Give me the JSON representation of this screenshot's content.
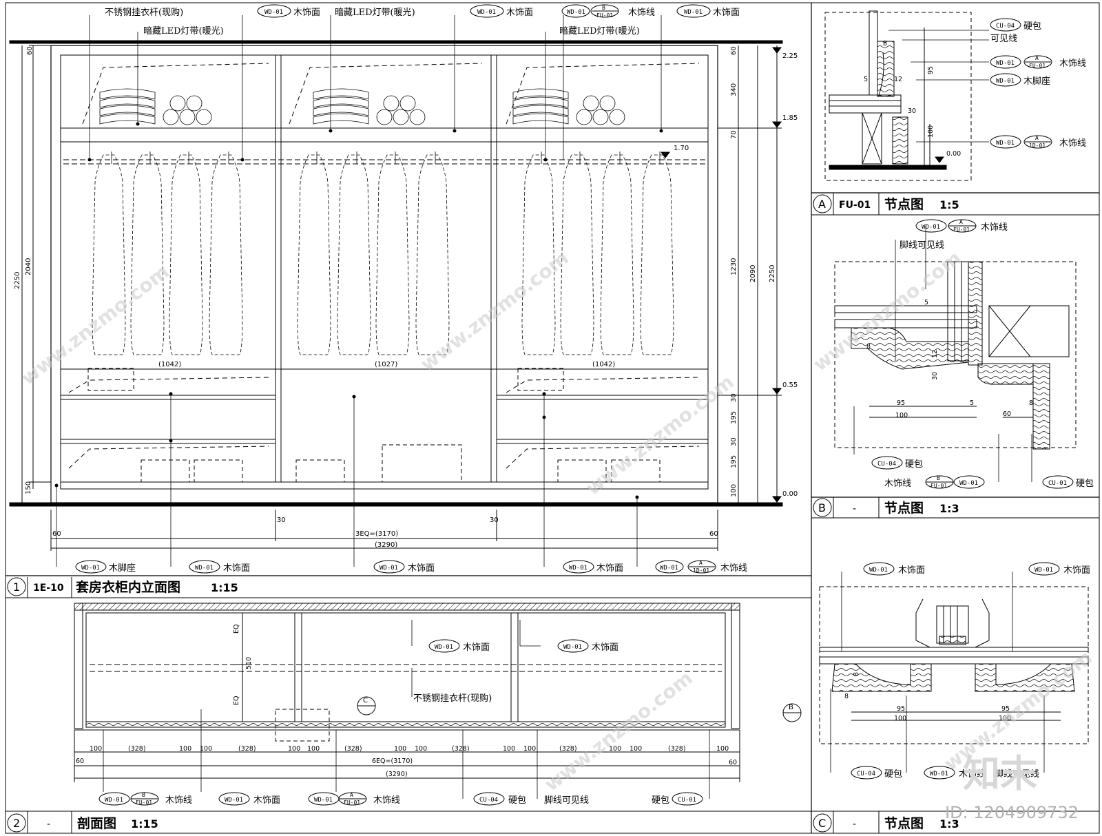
{
  "drawing_id_label": "ID: 1204909732",
  "logo_text": "知末",
  "watermark_text": "www.znzmo.com",
  "common": {
    "wd01": "WD-01",
    "cu04": "CU-04",
    "cu01": "CU-01",
    "wood_face": "木饰面",
    "wood_trim": "木饰线",
    "wood_base": "木脚座",
    "hard_pack": "硬包",
    "steel_rod": "不锈钢挂衣杆(现购)",
    "led_strip": "暗藏LED灯带(暖光)",
    "visible_line": "可见线",
    "base_visible_line": "脚线可见线",
    "ref_a": "A",
    "ref_b": "B",
    "ref_c": "C",
    "ref_fu01": "FU-01",
    "ref_1d01": "1D-01"
  },
  "elevation": {
    "title_no": "1",
    "title_code": "1E-10",
    "title": "套房衣柜内立面图",
    "scale": "1:15",
    "levels": [
      "2.25",
      "1.85",
      "1.70",
      "0.55",
      "0.00"
    ],
    "dims_left": [
      "60",
      "2250",
      "2040",
      "150"
    ],
    "dims_right_inner": [
      "60",
      "340",
      "70",
      "1230",
      "30",
      "195",
      "30",
      "195",
      "100"
    ],
    "dims_right_outer": [
      "2090",
      "2250"
    ],
    "dims_bottom": [
      "60",
      "30",
      "3EQ=(3170)",
      "30",
      "60",
      "(3290)"
    ],
    "bay_widths": [
      "(1042)",
      "(1027)",
      "(1042)"
    ]
  },
  "section": {
    "title_no": "2",
    "title_code": "-",
    "title": "剖面图",
    "scale": "1:15",
    "dims_depth": [
      "EQ",
      "510",
      "EQ"
    ],
    "dims_bottom": [
      "60",
      "100",
      "(328)",
      "100",
      "100",
      "(328)",
      "100",
      "100",
      "(328)",
      "100",
      "100",
      "(328)",
      "100",
      "100",
      "(328)",
      "100",
      "100",
      "(328)",
      "100",
      "6EQ=(3170)",
      "(3290)",
      "60"
    ],
    "footnote_1": "木饰线",
    "footnote_2": "木饰面",
    "footnote_3": "木饰线",
    "footnote_4": "硬包",
    "footnote_5": "脚线可见线",
    "footnote_6": "硬包"
  },
  "detail_a": {
    "title_no": "A",
    "title_code": "FU-01",
    "title": "节点图",
    "scale": "1:5",
    "dims": [
      "95",
      "5",
      "12",
      "30",
      "100",
      "8"
    ],
    "level": "0.00"
  },
  "detail_b": {
    "title_no": "B",
    "title_code": "-",
    "title": "节点图",
    "scale": "1:3",
    "dims": [
      "5",
      "8",
      "12",
      "30",
      "95",
      "5",
      "100",
      "60",
      "8"
    ]
  },
  "detail_c": {
    "title_no": "C",
    "title_code": "-",
    "title": "节点图",
    "scale": "1:3",
    "dims": [
      "8",
      "8",
      "95",
      "100",
      "95",
      "100"
    ]
  },
  "colors": {
    "line": "#000000",
    "background": "#ffffff",
    "watermark": "#c8c8c8",
    "id_text": "#b0b0b0"
  }
}
